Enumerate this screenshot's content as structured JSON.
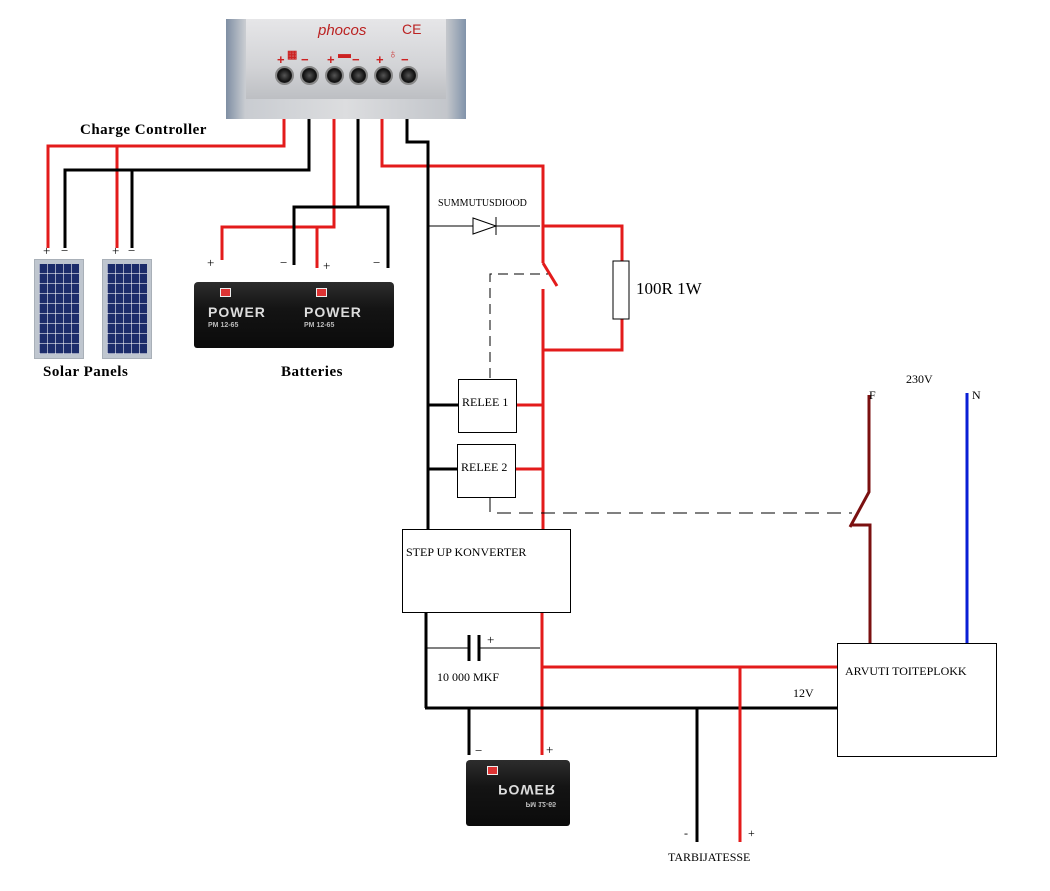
{
  "diagram": {
    "type": "wiring-schematic",
    "colors": {
      "positive_wire": "#e31b1b",
      "negative_wire": "#000000",
      "phase_wire": "#7b1010",
      "neutral_wire": "#0a1fd6",
      "controller_brand": "#b22222"
    },
    "charge_controller": {
      "label": "Charge Controller",
      "brand": "phocos",
      "mark": "CE",
      "terminals": [
        {
          "group": "solar",
          "polarity": "+"
        },
        {
          "group": "solar",
          "polarity": "−"
        },
        {
          "group": "battery",
          "polarity": "+"
        },
        {
          "group": "battery",
          "polarity": "−"
        },
        {
          "group": "load",
          "polarity": "+"
        },
        {
          "group": "load",
          "polarity": "−"
        }
      ]
    },
    "solar_panels": {
      "label": "Solar Panels",
      "count": 2,
      "terminal_plus": "+",
      "terminal_minus": "−"
    },
    "batteries": {
      "label": "Batteries",
      "count": 2,
      "terminal_plus": "+",
      "terminal_minus": "−",
      "brand_text": "POWER",
      "model_text": "PM 12-65"
    },
    "components": {
      "diode": {
        "label": "SUMMUTUSDIOOD"
      },
      "resistor": {
        "label": "100R 1W"
      },
      "relay1": {
        "label": "RELEE 1"
      },
      "relay2": {
        "label": "RELEE 2"
      },
      "step_up": {
        "label": "STEP UP KONVERTER"
      },
      "capacitor": {
        "label": "10 000 MKF",
        "polarity": "+"
      },
      "psu": {
        "label": "ARVUTI TOITEPLOKK"
      },
      "mains": {
        "label": "230V",
        "phase": "F",
        "neutral": "N"
      },
      "psu_voltage": {
        "label": "12V"
      },
      "bottom_battery": {
        "plus": "+",
        "minus": "−",
        "brand_text": "POWER",
        "model_text": "PM 12-65"
      },
      "load_outlet": {
        "label": "TARBIJATESSE",
        "plus": "+",
        "minus": "-"
      }
    }
  }
}
